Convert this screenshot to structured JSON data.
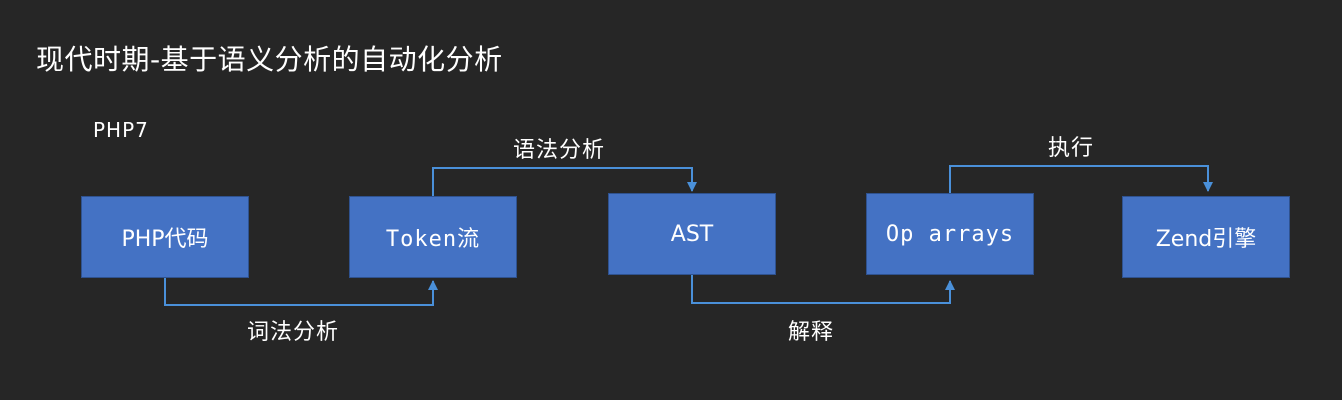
{
  "title": "现代时期-基于语义分析的自动化分析",
  "version_label": "PHP7",
  "nodes": [
    {
      "id": "php-code",
      "label": "PHP代码"
    },
    {
      "id": "token-stream",
      "label": "Token流"
    },
    {
      "id": "ast",
      "label": "AST"
    },
    {
      "id": "op-arrays",
      "label": "Op arrays"
    },
    {
      "id": "zend-engine",
      "label": "Zend引擎"
    }
  ],
  "edges": [
    {
      "from": "php-code",
      "to": "token-stream",
      "label": "词法分析"
    },
    {
      "from": "token-stream",
      "to": "ast",
      "label": "语法分析"
    },
    {
      "from": "ast",
      "to": "op-arrays",
      "label": "解释"
    },
    {
      "from": "op-arrays",
      "to": "zend-engine",
      "label": "执行"
    }
  ],
  "colors": {
    "background": "#262626",
    "node_fill": "#4472c4",
    "connector": "#4a90d9",
    "text": "#ffffff"
  }
}
